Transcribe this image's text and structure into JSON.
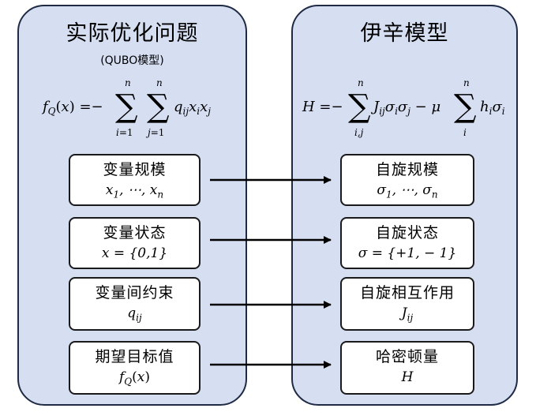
{
  "left": {
    "title": "实际优化问题",
    "subtitle": "(QUBO模型)",
    "boxes": [
      {
        "label": "变量规模",
        "value": "x₁, ⋯, xₙ"
      },
      {
        "label": "变量状态",
        "value": "x = {0,1}"
      },
      {
        "label": "变量间约束",
        "value": "q_ij"
      },
      {
        "label": "期望目标值",
        "value": "f_Q(x)"
      }
    ]
  },
  "right": {
    "title": "伊辛模型",
    "boxes": [
      {
        "label": "自旋规模",
        "value": "σ₁, ⋯, σₙ"
      },
      {
        "label": "自旋状态",
        "value": "σ = {+1, − 1}"
      },
      {
        "label": "自旋相互作用",
        "value": "J_ij"
      },
      {
        "label": "哈密顿量",
        "value": "H"
      }
    ]
  },
  "formulas": {
    "qubo": "f_Q(x) = − Σ_{i=1}^{n} Σ_{j=1}^{n} q_ij x_i x_j",
    "ising": "H = − Σ_{i,j}^{n} J_ij σ_i σ_j − μ Σ_{i}^{n} h_i σ_i"
  },
  "colors": {
    "panel_fill": "#d6def2",
    "panel_border": "#1f2a44",
    "box_border": "#1a1a1a",
    "arrow": "#000000"
  }
}
